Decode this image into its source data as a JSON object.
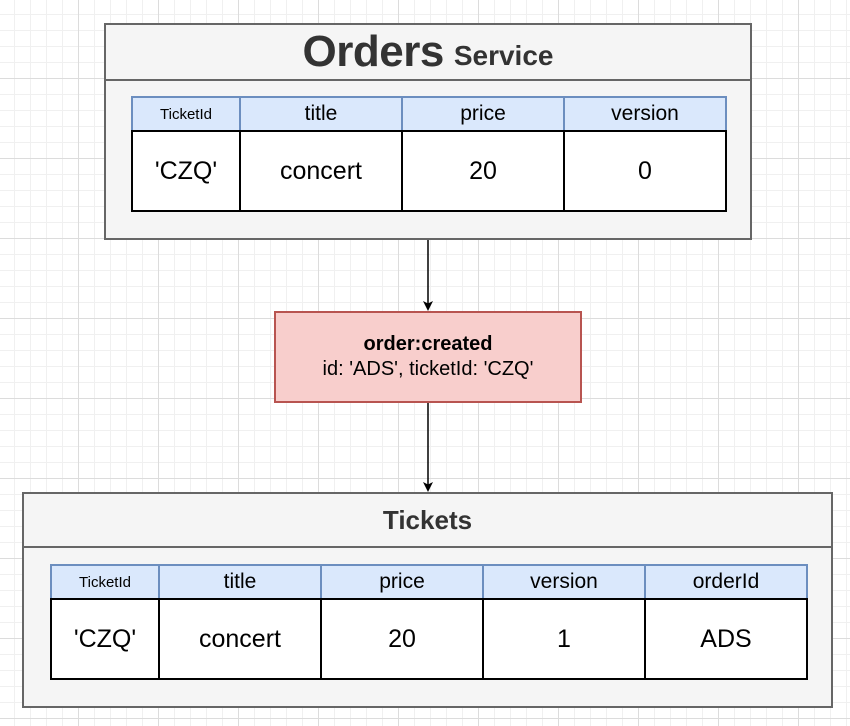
{
  "orders_service": {
    "title_main": "Orders",
    "title_sub": "Service",
    "table": {
      "headers": [
        "TicketId",
        "title",
        "price",
        "version"
      ],
      "rows": [
        [
          "'CZQ'",
          "concert",
          "20",
          "0"
        ]
      ]
    }
  },
  "event": {
    "name": "order:created",
    "payload": "id: 'ADS', ticketId: 'CZQ'"
  },
  "tickets_service": {
    "title": "Tickets",
    "table": {
      "headers": [
        "TicketId",
        "title",
        "price",
        "version",
        "orderId"
      ],
      "rows": [
        [
          "'CZQ'",
          "concert",
          "20",
          "1",
          "ADS"
        ]
      ]
    }
  },
  "colors": {
    "service_fill": "#f5f5f5",
    "service_stroke": "#666666",
    "header_fill": "#dae8fc",
    "header_stroke": "#6c8ebf",
    "event_fill": "#f8cecc",
    "event_stroke": "#b85450"
  }
}
